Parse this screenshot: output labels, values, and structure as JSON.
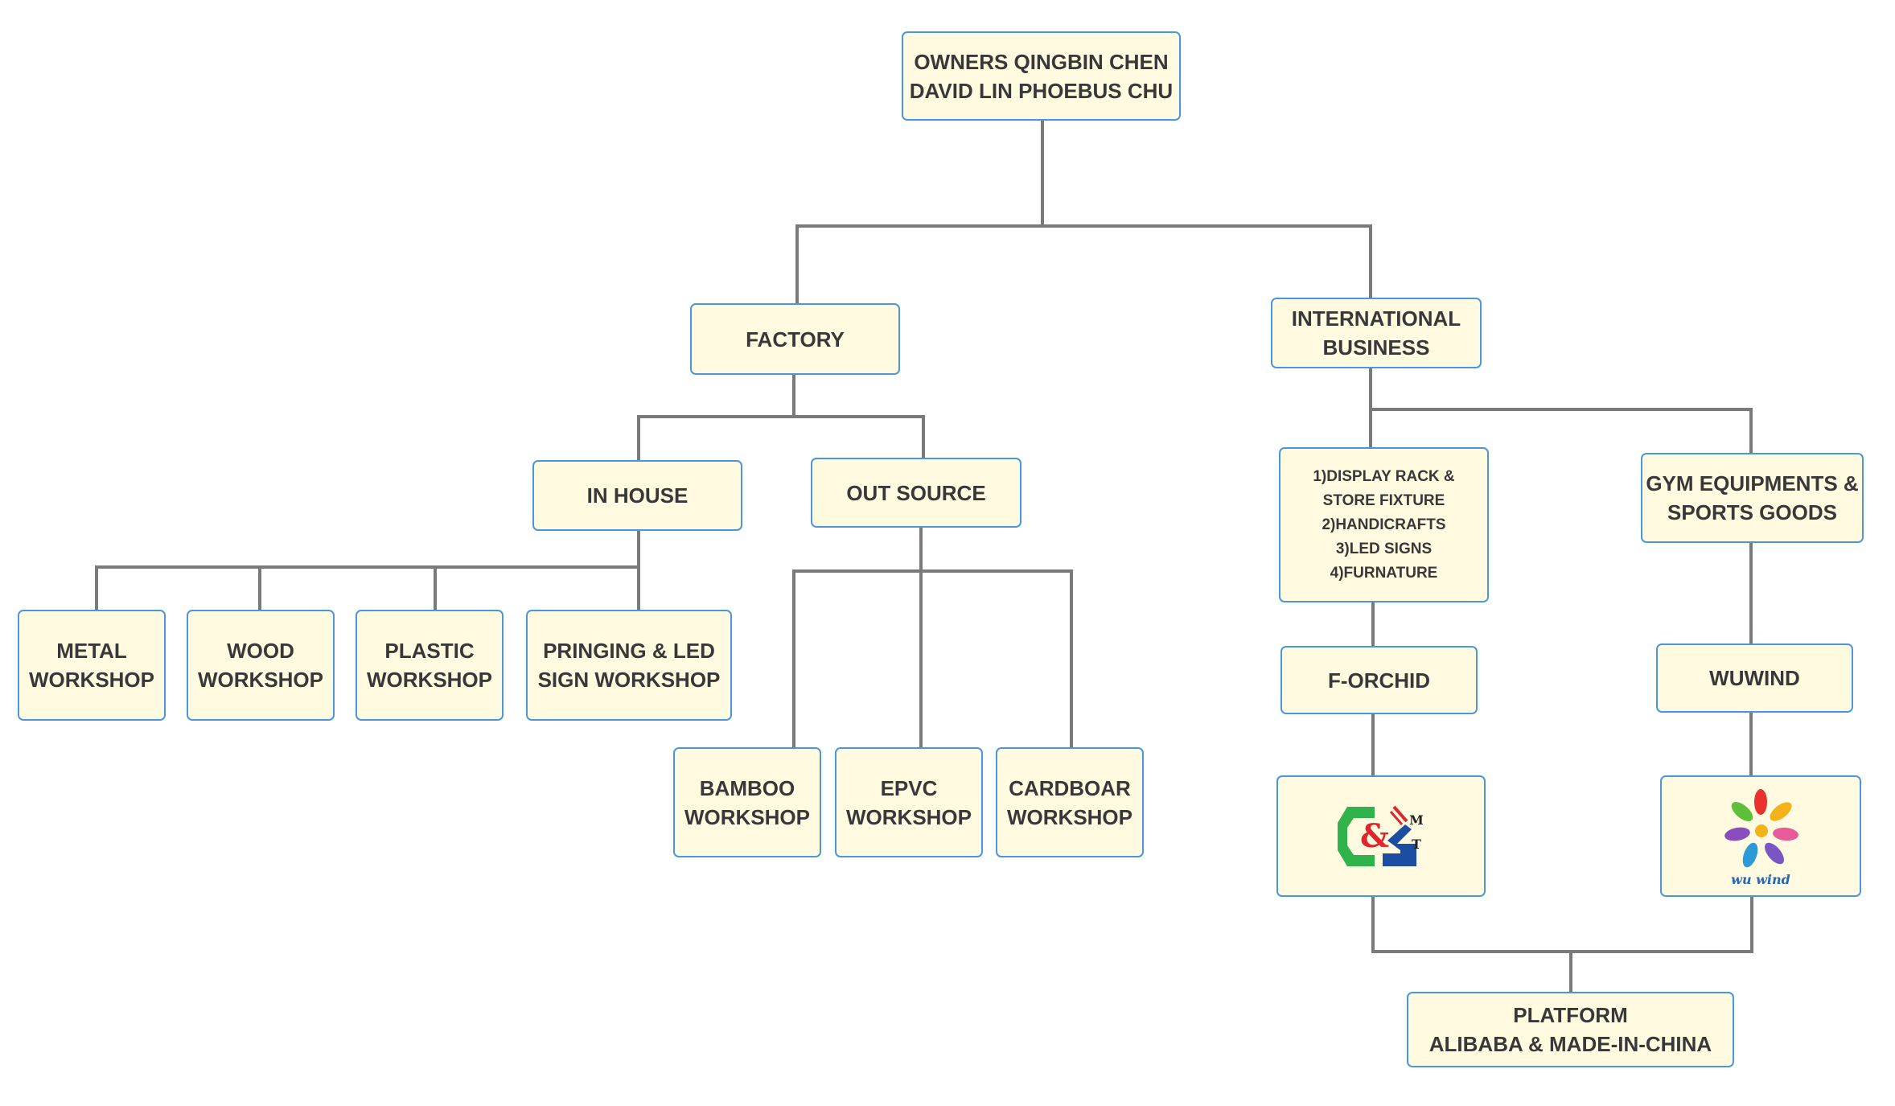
{
  "diagram": {
    "root": "OWNERS QINGBIN CHEN\nDAVID LIN PHOEBUS CHU",
    "factory": "FACTORY",
    "international": "INTERNATIONAL\nBUSINESS",
    "in_house": "IN HOUSE",
    "out_source": "OUT SOURCE",
    "metal": "METAL\nWORKSHOP",
    "wood": "WOOD\nWORKSHOP",
    "plastic": "PLASTIC\nWORKSHOP",
    "printing": "PRINGING & LED\nSIGN WORKSHOP",
    "bamboo": "BAMBOO\nWORKSHOP",
    "epvc": "EPVC\nWORKSHOP",
    "cardboard": "CARDBOAR\nWORKSHOP",
    "display": "1)DISPLAY RACK &\nSTORE FIXTURE\n2)HANDICRAFTS\n3)LED SIGNS\n4)FURNATURE",
    "gym": "GYM EQUIPMENTS &\nSPORTS GOODS",
    "forchid": "F-ORCHID",
    "wuwind": "WUWIND",
    "platform": "PLATFORM\nALIBABA & MADE-IN-CHINA",
    "logo_cl": {
      "amp": "&",
      "m": "M",
      "t": "T"
    },
    "logo_wuwind": {
      "caption": "wu wind"
    }
  },
  "colors": {
    "box_fill": "#fffae0",
    "box_border": "#4a98dc",
    "line": "#7a7a7a",
    "text": "#383838"
  }
}
